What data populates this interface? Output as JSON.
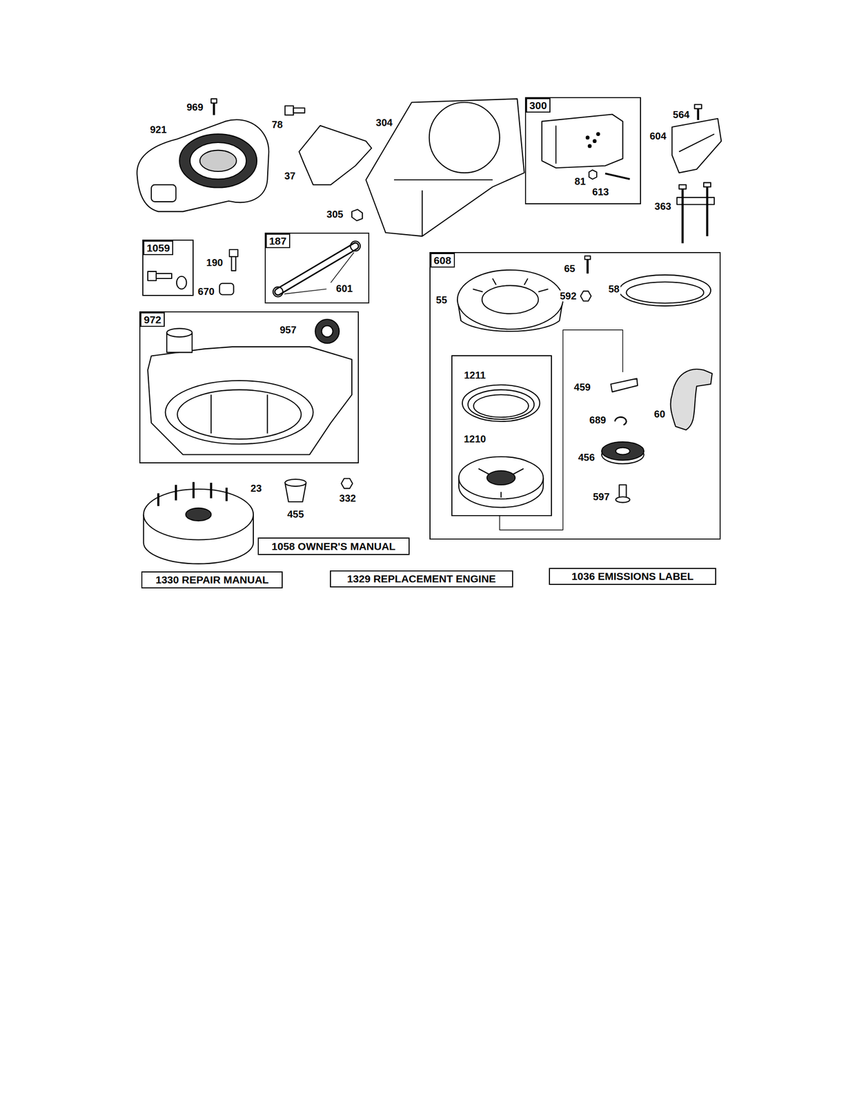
{
  "diagram": {
    "nodes": [
      {
        "text": [
          "300",
          "81",
          "613"
        ]
      },
      {
        "text": [
          "1059"
        ]
      },
      {
        "text": [
          "187",
          "601"
        ]
      },
      {
        "text": [
          "608",
          "65",
          "592",
          "58",
          "55",
          "459",
          "60",
          "689",
          "456",
          "597"
        ]
      },
      {
        "text": [
          "1211",
          "1210"
        ],
        "in": 3
      },
      {
        "text": [
          "972",
          "957"
        ]
      },
      {
        "text": [
          "1058 OWNER'S MANUAL"
        ]
      },
      {
        "text": [
          "1330 REPAIR MANUAL"
        ]
      },
      {
        "text": [
          "1329 REPLACEMENT ENGINE"
        ]
      },
      {
        "text": [
          "1036 EMISSIONS LABEL"
        ]
      }
    ],
    "labels": [
      "969",
      "921",
      "78",
      "37",
      "304",
      "305",
      "564",
      "604",
      "363",
      "190",
      "670",
      "23",
      "455",
      "332"
    ]
  }
}
